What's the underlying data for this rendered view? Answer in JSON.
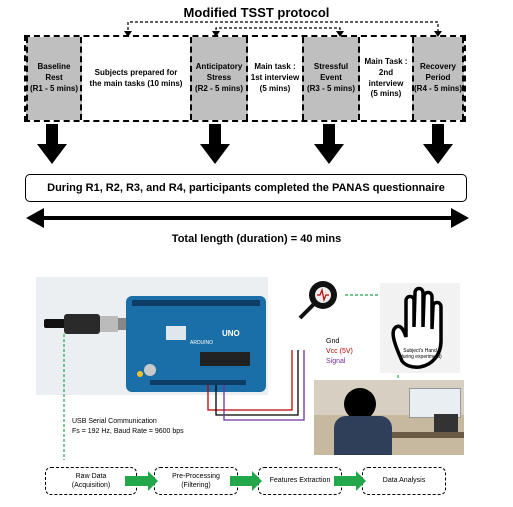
{
  "protocol": {
    "title": "Modified TSST protocol",
    "stages": [
      {
        "label": "Baseline\nRest\n(R1 - 5 mins)",
        "shaded": true
      },
      {
        "label": "Subjects prepared for\nthe main tasks (10 mins)",
        "shaded": false
      },
      {
        "label": "Anticipatory\nStress\n(R2 - 5 mins)",
        "shaded": true
      },
      {
        "label": "Main task :\n1st interview\n(5 mins)",
        "shaded": false
      },
      {
        "label": "Stressful\nEvent\n(R3 - 5 mins)",
        "shaded": true
      },
      {
        "label": "Main Task :\n2nd\ninterview\n(5 mins)",
        "shaded": false
      },
      {
        "label": "Recovery\nPeriod\n(R4 - 5 mins)",
        "shaded": true
      }
    ],
    "panas_note": "During R1, R2, R3, and R4, participants completed the PANAS questionnaire",
    "total_length": "Total length (duration) = 40 mins"
  },
  "setup": {
    "board_label": "UNO",
    "board_sublabel": "ARDUINO",
    "usb_label_line1": "USB Serial Communication",
    "usb_label_line2": "Fs = 192 Hz, Baud Rate = 9600 bps",
    "pins": {
      "gnd": "Gnd",
      "vcc": "Vcc (5V)",
      "signal": "Signal"
    },
    "hand_label": "Subject's Hand\n(during experiment)"
  },
  "pipeline": [
    {
      "label": "Raw Data\n(Acquisition)"
    },
    {
      "label": "Pre-Processing\n(Filtering)"
    },
    {
      "label": "Features Extraction"
    },
    {
      "label": "Data Analysis"
    }
  ],
  "colors": {
    "shaded": "#bfbfbf",
    "board": "#1b6fa8",
    "vcc": "#c00000",
    "signal": "#7030a0",
    "pipeline_arrow": "#22a84a",
    "hand_link": "#22a84a"
  }
}
